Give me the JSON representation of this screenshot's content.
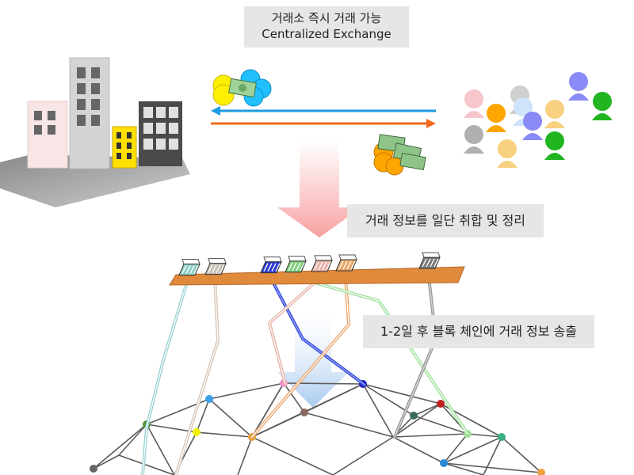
{
  "title": {
    "line1": "거래소 즉시 거래 가능",
    "line2": "Centralized Exchange"
  },
  "step1": {
    "label": "거래 정보를 일단 취합 및 정리"
  },
  "step2": {
    "label": "1-2일 후 블록 체인에 거래 정보 송출"
  },
  "colors": {
    "arrow_left": "#1e9be0",
    "arrow_right": "#f26a1b",
    "shelf": "#e08a3c",
    "network_line": "#555555",
    "down_arrow_top": "#fde3e3",
    "down_arrow_bottom": "#f7a8a8"
  },
  "icons": {
    "buildings": "city-buildings-icon",
    "coins_blue": "coin-stack-icon",
    "coins_orange": "coin-stack-icon",
    "people": "crowd-people-icon",
    "packet": "data-packet-icon"
  }
}
